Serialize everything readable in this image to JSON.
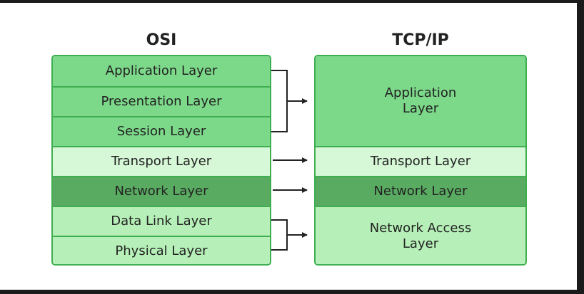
{
  "osi": {
    "title": "OSI",
    "layers": [
      "Application Layer",
      "Presentation Layer",
      "Session Layer",
      "Transport Layer",
      "Network Layer",
      "Data Link Layer",
      "Physical Layer"
    ]
  },
  "tcpip": {
    "title": "TCP/IP",
    "layers": [
      "Application Layer",
      "Transport Layer",
      "Network Layer",
      "Network Access Layer"
    ]
  },
  "colors": {
    "green_mid": "#7dd98a",
    "green_light": "#d6f8d7",
    "green_dark": "#5aab62",
    "green_pale": "#b6f0b8",
    "border": "#3fae50",
    "arrow": "#222222"
  }
}
